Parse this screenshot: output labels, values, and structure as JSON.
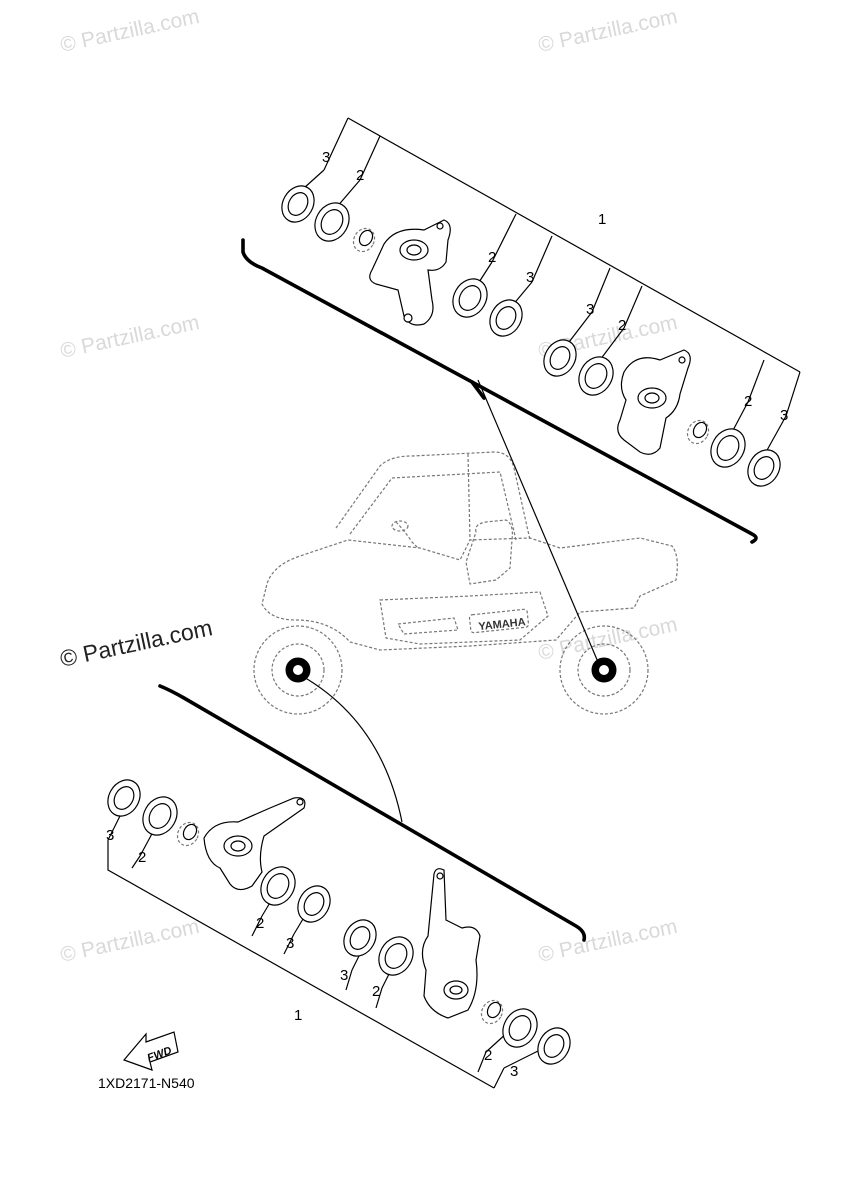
{
  "watermark": {
    "text": "© Partzilla.com",
    "main_text": "© Partzilla.com"
  },
  "diagram": {
    "code": "1XD2171-N540",
    "fwd_label": "FWD",
    "vehicle_logo": "YAMAHA",
    "callouts": {
      "rear_assembly": "1",
      "front_assembly": "1",
      "bearing": "2",
      "seal": "3"
    }
  },
  "icons": {
    "fwd_arrow": "fwd-arrow-icon"
  }
}
